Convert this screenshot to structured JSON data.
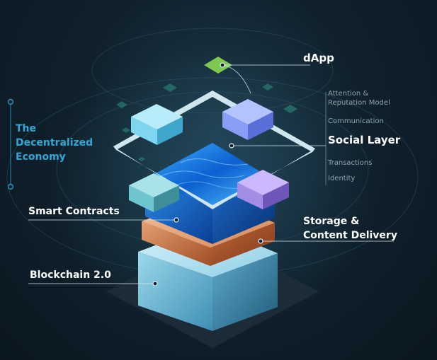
{
  "side_title": {
    "line1": "The",
    "line2": "Decentralized",
    "line3": "Economy"
  },
  "labels": {
    "dapp": "dApp",
    "social_layer": "Social Layer",
    "smart_contracts": "Smart Contracts",
    "storage_line1": "Storage &",
    "storage_line2": "Content Delivery",
    "blockchain": "Blockchain 2.0"
  },
  "social_sublabels": {
    "attention_line1": "Attention &",
    "attention_line2": "Reputation Model",
    "communication": "Communication",
    "transactions": "Transactions",
    "identity": "Identity"
  },
  "colors": {
    "accent_blue": "#2fa8d8",
    "dapp_green": "#7ec850",
    "storage_copper": "#c8703f",
    "blockchain_ice": "#7fc4e0",
    "smart_contract_blue": "#1f6fd8",
    "frame_light": "#cfe6ee"
  }
}
